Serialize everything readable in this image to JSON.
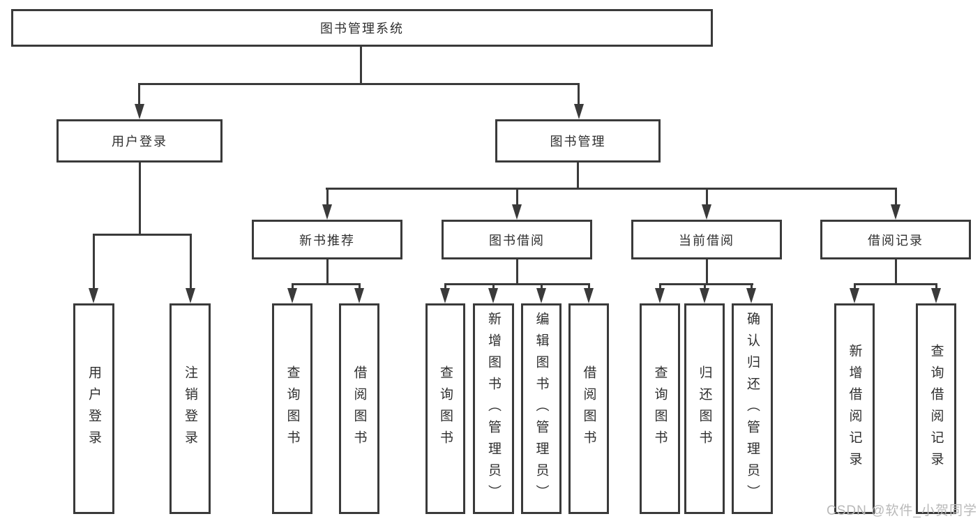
{
  "tree": {
    "root": "图书管理系统",
    "l2": [
      {
        "label": "用户登录",
        "children": [
          {
            "label": "用户登录"
          },
          {
            "label": "注销登录"
          }
        ]
      },
      {
        "label": "图书管理",
        "children": [
          {
            "label": "新书推荐",
            "children": [
              {
                "label": "查询图书"
              },
              {
                "label": "借阅图书"
              }
            ]
          },
          {
            "label": "图书借阅",
            "children": [
              {
                "label": "查询图书"
              },
              {
                "label": "新增图书（管理员）"
              },
              {
                "label": "编辑图书（管理员）"
              },
              {
                "label": "借阅图书"
              }
            ]
          },
          {
            "label": "当前借阅",
            "children": [
              {
                "label": "查询图书"
              },
              {
                "label": "归还图书"
              },
              {
                "label": "确认归还（管理员）"
              }
            ]
          },
          {
            "label": "借阅记录",
            "children": [
              {
                "label": "新增借阅记录"
              },
              {
                "label": "查询借阅记录"
              }
            ]
          }
        ]
      }
    ]
  },
  "watermark": "CSDN @软件_小贺同学",
  "colors": {
    "line": "#3a3a3a",
    "text": "#2f2f2f",
    "watermark": "#b9b9b9",
    "background": "#ffffff"
  }
}
